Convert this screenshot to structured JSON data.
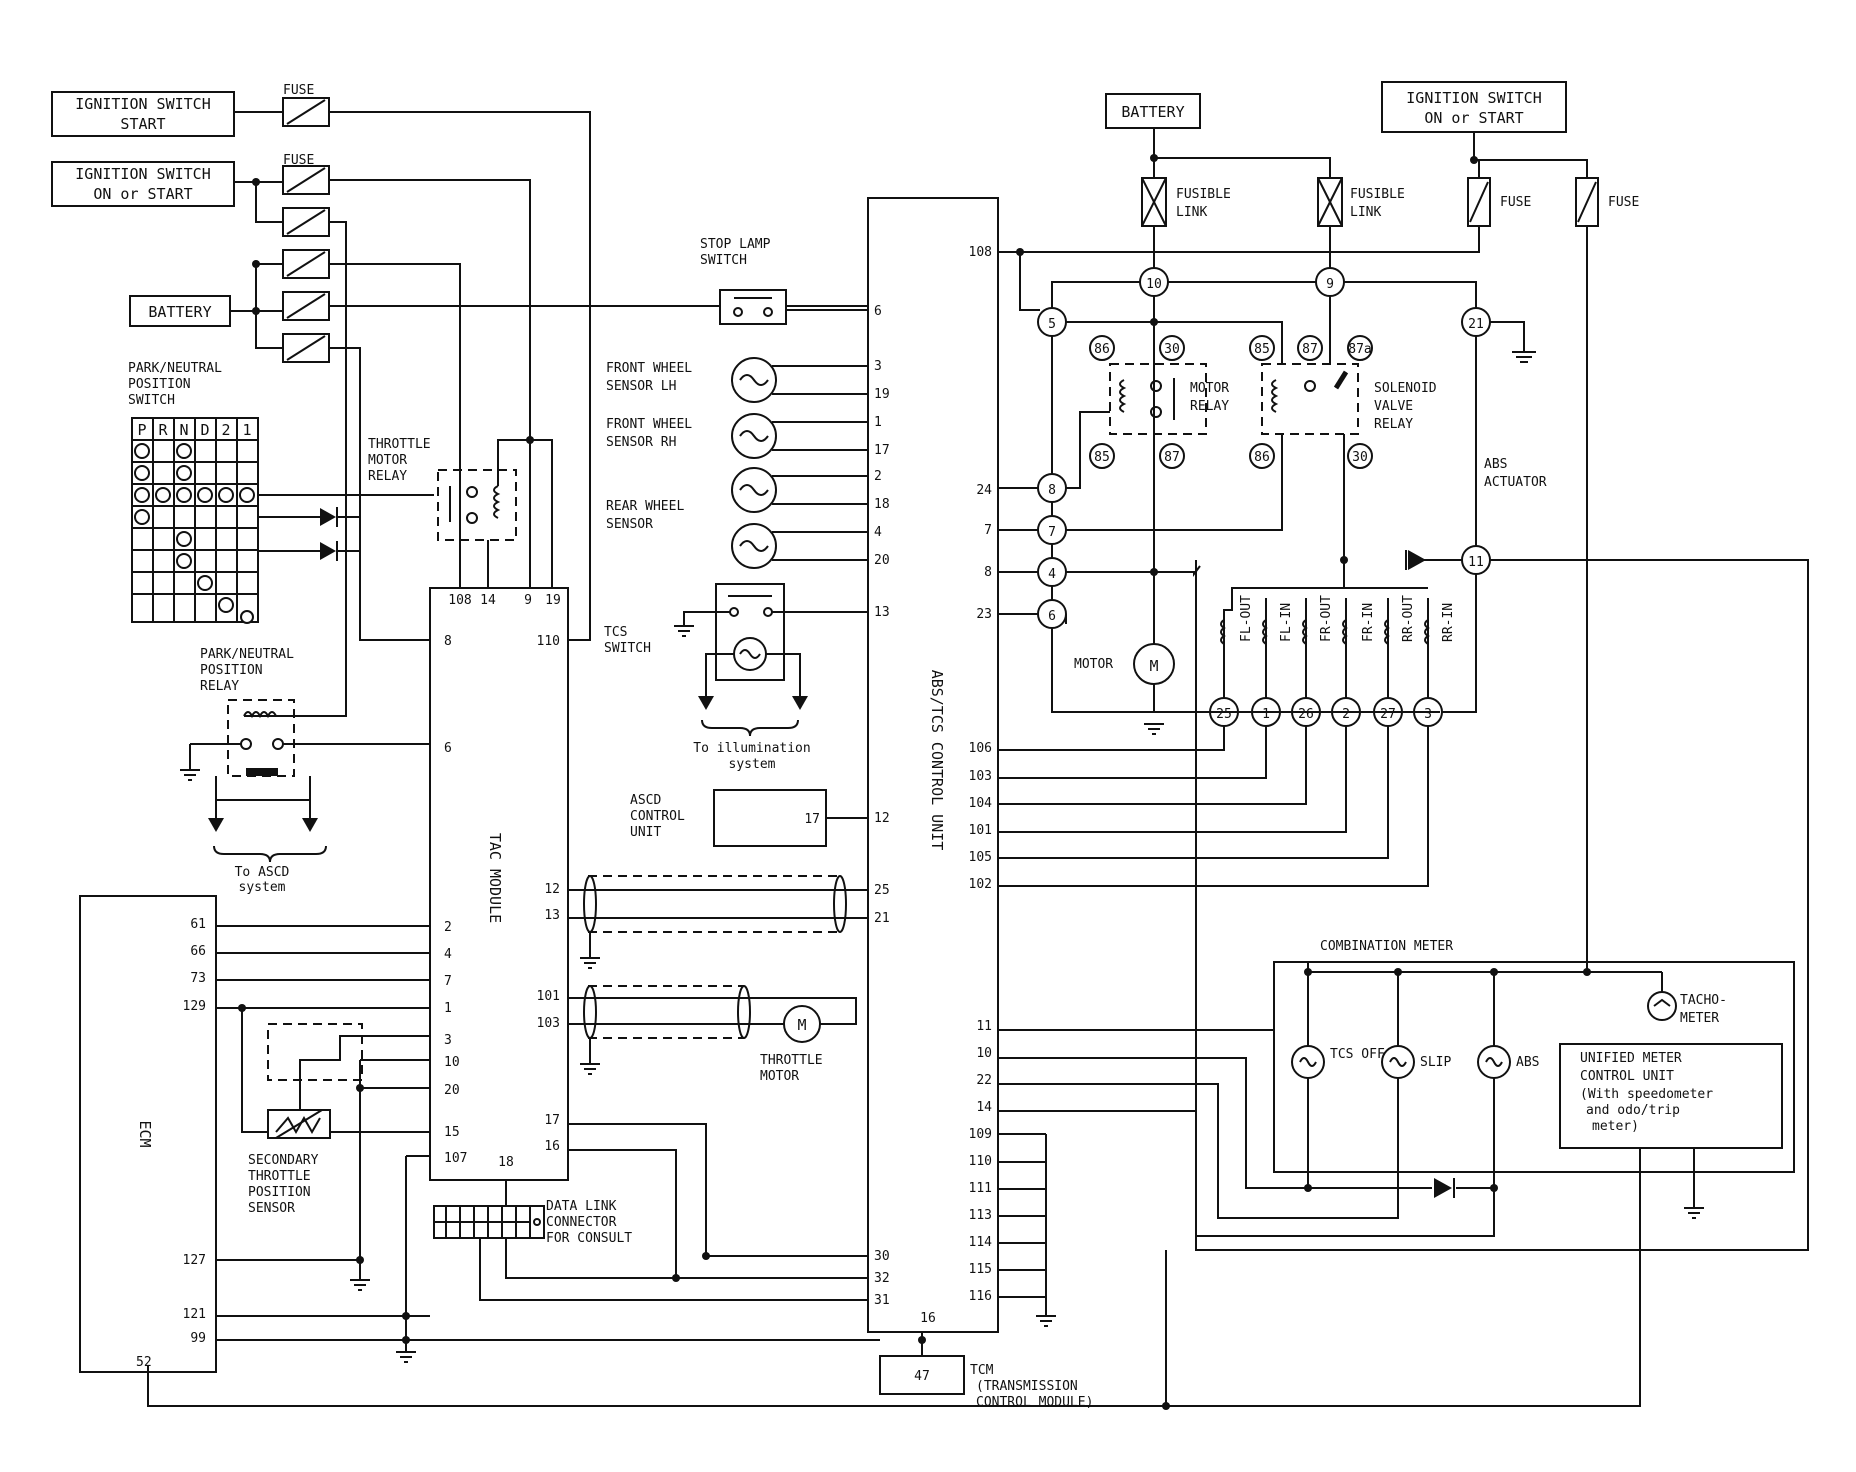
{
  "sources": {
    "ign_start": [
      "IGNITION SWITCH",
      "START"
    ],
    "ign_on_start": [
      "IGNITION SWITCH",
      "ON or START"
    ],
    "battery": "BATTERY",
    "fuse": "FUSE",
    "fusible_link": [
      "FUSIBLE",
      "LINK"
    ]
  },
  "park_neutral_switch": {
    "title": [
      "PARK/NEUTRAL",
      "POSITION",
      "SWITCH"
    ],
    "positions": [
      "P",
      "R",
      "N",
      "D",
      "2",
      "1"
    ]
  },
  "park_neutral_relay": {
    "title": [
      "PARK/NEUTRAL",
      "POSITION",
      "RELAY"
    ],
    "ascd_note": [
      "To ASCD",
      "system"
    ]
  },
  "throttle_motor_relay": [
    "THROTTLE",
    "MOTOR",
    "RELAY"
  ],
  "tac_module": {
    "label": "TAC MODULE",
    "top_pins": [
      "108",
      "14",
      "9",
      "19"
    ],
    "left_pins": [
      "8",
      "6",
      "2",
      "4",
      "7",
      "1",
      "3",
      "10",
      "20",
      "15",
      "107"
    ],
    "right_pins": [
      "110",
      "12",
      "13",
      "101",
      "103",
      "17",
      "16"
    ],
    "bottom_pin": "18"
  },
  "ecm": {
    "label": "ECM",
    "pins": [
      "61",
      "66",
      "73",
      "129",
      "127",
      "121",
      "99",
      "52"
    ]
  },
  "secondary_tps": [
    "SECONDARY",
    "THROTTLE",
    "POSITION",
    "SENSOR"
  ],
  "data_link": [
    "DATA LINK",
    "CONNECTOR",
    "FOR CONSULT"
  ],
  "stop_lamp_switch": [
    "STOP LAMP",
    "SWITCH"
  ],
  "wheel_sensors": [
    {
      "label": [
        "FRONT WHEEL",
        "SENSOR LH"
      ],
      "pins": [
        "3",
        "19"
      ]
    },
    {
      "label": [
        "FRONT WHEEL",
        "SENSOR RH"
      ],
      "pins": [
        "1",
        "17"
      ]
    },
    {
      "label": [
        "REAR WHEEL",
        "SENSOR"
      ],
      "pins": [
        "2",
        "18"
      ]
    },
    {
      "label": [
        "",
        ""
      ],
      "pins": [
        "4",
        "20"
      ]
    }
  ],
  "tcs_switch": {
    "label": [
      "TCS",
      "SWITCH"
    ],
    "pin": "13",
    "illum": [
      "To illumination",
      "system"
    ]
  },
  "ascd_unit": {
    "label": [
      "ASCD",
      "CONTROL",
      "UNIT"
    ],
    "pin_in": "17",
    "pin_out": "12"
  },
  "throttle_motor": {
    "label": [
      "THROTTLE",
      "MOTOR"
    ],
    "symbol": "M"
  },
  "abs_tcs_unit": {
    "label": "ABS/TCS CONTROL UNIT",
    "left_pins": [
      "6",
      "3",
      "19",
      "1",
      "17",
      "2",
      "18",
      "4",
      "20",
      "13",
      "12",
      "25",
      "21",
      "30",
      "32",
      "31"
    ],
    "right_pins": [
      "108",
      "24",
      "7",
      "8",
      "23",
      "106",
      "103",
      "104",
      "101",
      "105",
      "102",
      "11",
      "10",
      "22",
      "14",
      "109",
      "110",
      "111",
      "113",
      "114",
      "115",
      "116"
    ],
    "bottom_pin": "16"
  },
  "tcm": {
    "pin": "47",
    "label": [
      "TCM",
      "(TRANSMISSION",
      "CONTROL MODULE)"
    ]
  },
  "abs_actuator": {
    "label": [
      "ABS",
      "ACTUATOR"
    ],
    "motor_relay": [
      "MOTOR",
      "RELAY"
    ],
    "solenoid_relay": [
      "SOLENOID",
      "VALVE",
      "RELAY"
    ],
    "motor": "MOTOR",
    "relay_terms": [
      "86",
      "30",
      "85",
      "87",
      "85",
      "87",
      "87a",
      "86",
      "30"
    ],
    "connector_pins": [
      "10",
      "9",
      "5",
      "21",
      "8",
      "7",
      "4",
      "6",
      "11",
      "25",
      "1",
      "26",
      "2",
      "27",
      "3"
    ],
    "valves": [
      "FL-OUT",
      "FL-IN",
      "FR-OUT",
      "FR-IN",
      "RR-OUT",
      "RR-IN"
    ]
  },
  "combination_meter": {
    "title": "COMBINATION METER",
    "lamps": [
      "TCS OFF",
      "SLIP",
      "ABS"
    ],
    "tacho": [
      "TACHO-",
      "METER"
    ],
    "unified": [
      "UNIFIED METER",
      "CONTROL UNIT",
      "(With speedometer",
      "and odo/trip",
      "meter)"
    ]
  }
}
